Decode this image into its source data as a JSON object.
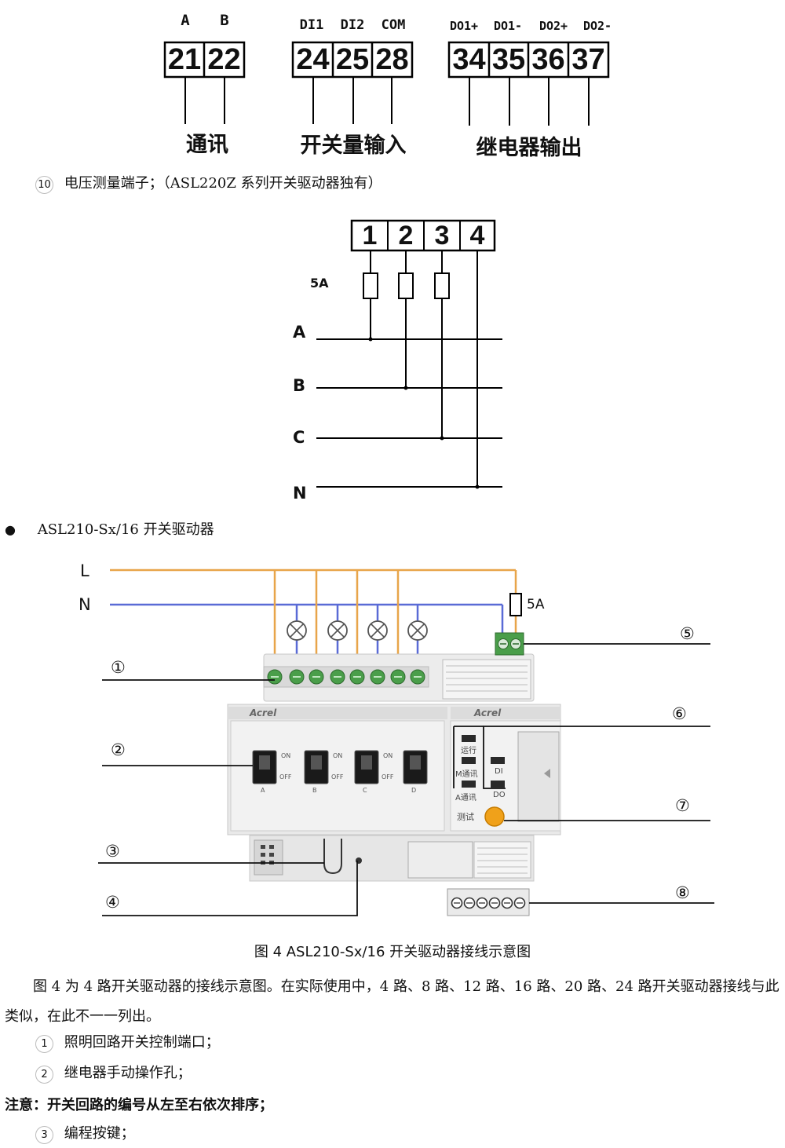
{
  "terminal_top": {
    "comm_headers": [
      "A",
      "B"
    ],
    "comm_nums": [
      "21",
      "22"
    ],
    "di_headers": [
      "DI1",
      "DI2",
      "COM"
    ],
    "di_nums": [
      "24",
      "25",
      "28"
    ],
    "do_headers": [
      "DO1+",
      "DO1-",
      "DO2+",
      "DO2-"
    ],
    "do_nums": [
      "34",
      "35",
      "36",
      "37"
    ],
    "label_comm": "通讯",
    "label_di": "开关量输入",
    "label_do": "继电器输出"
  },
  "item10": {
    "num": "10",
    "text": "电压测量端子；（ASL220Z 系列开关驱动器独有）"
  },
  "voltage_diagram": {
    "terminals": [
      "1",
      "2",
      "3",
      "4"
    ],
    "fuse_label": "5A",
    "phases": [
      "A",
      "B",
      "C",
      "N"
    ]
  },
  "bullet_item": {
    "bullet": "●",
    "text": "ASL210-Sx/16 开关驱动器"
  },
  "device_diagram": {
    "line_L": "L",
    "line_N": "N",
    "fuse_label": "5A",
    "callouts": [
      "①",
      "②",
      "③",
      "④",
      "⑤",
      "⑥",
      "⑦",
      "⑧"
    ],
    "brand": "Acrel",
    "on_label": "ON",
    "off_label": "OFF",
    "channels": [
      "A",
      "B",
      "C",
      "D"
    ],
    "led_run": "运行",
    "led_mcomm": "M通讯",
    "led_acomm": "A通讯",
    "led_di": "DI",
    "led_do": "DO",
    "test_label": "测试"
  },
  "figure_caption": "图 4   ASL210-Sx/16 开关驱动器接线示意图",
  "paragraph": "图 4 为 4 路开关驱动器的接线示意图。在实际使用中，4 路、8 路、12 路、16 路、20 路、24 路开关驱动器接线与此类似，在此不一一列出。",
  "list": [
    {
      "num": "1",
      "text": "照明回路开关控制端口；"
    },
    {
      "num": "2",
      "text": "继电器手动操作孔；"
    }
  ],
  "note": "注意：开关回路的编号从左至右依次排序；",
  "list2": [
    {
      "num": "3",
      "text": "编程按键；"
    }
  ]
}
